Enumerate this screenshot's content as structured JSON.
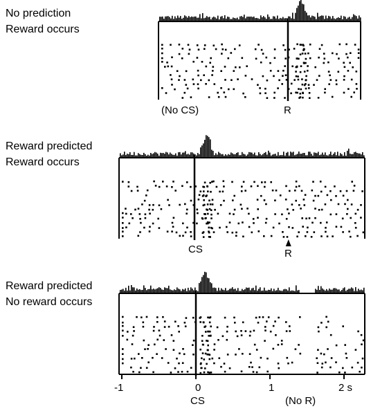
{
  "panels": [
    {
      "id": "no-prediction",
      "label_lines": [
        "No prediction",
        "Reward occurs"
      ],
      "markers": [
        {
          "text": "(No CS)",
          "at": -0.75
        },
        {
          "text": "R",
          "at": 0.0
        }
      ],
      "event_lines_s": [
        0.0
      ],
      "reward_arrow_s": null,
      "burst_s": 0.15
    },
    {
      "id": "reward-predicted-occurs",
      "label_lines": [
        "Reward predicted",
        "Reward occurs"
      ],
      "markers": [
        {
          "text": "CS",
          "at": 0.0
        },
        {
          "text": "R",
          "at": 1.25
        }
      ],
      "event_lines_s": [
        0.0
      ],
      "reward_arrow_s": 1.25,
      "burst_s": 0.12
    },
    {
      "id": "reward-predicted-no-reward",
      "label_lines": [
        "Reward predicted",
        "No reward occurs"
      ],
      "markers": [],
      "event_lines_s": [
        0.0
      ],
      "reward_arrow_s": null,
      "burst_s": 0.12,
      "depression_s": [
        1.4,
        1.6
      ]
    }
  ],
  "x_axis": {
    "ticks": [
      {
        "value": -1,
        "label": "-1"
      },
      {
        "value": 0,
        "label": "0"
      },
      {
        "value": 1,
        "label": "1"
      },
      {
        "value": 2,
        "label": "2 s"
      }
    ],
    "sub_labels": [
      {
        "text": "CS",
        "at": 0.0
      },
      {
        "text": "(No R)",
        "at": 1.25
      }
    ]
  }
}
